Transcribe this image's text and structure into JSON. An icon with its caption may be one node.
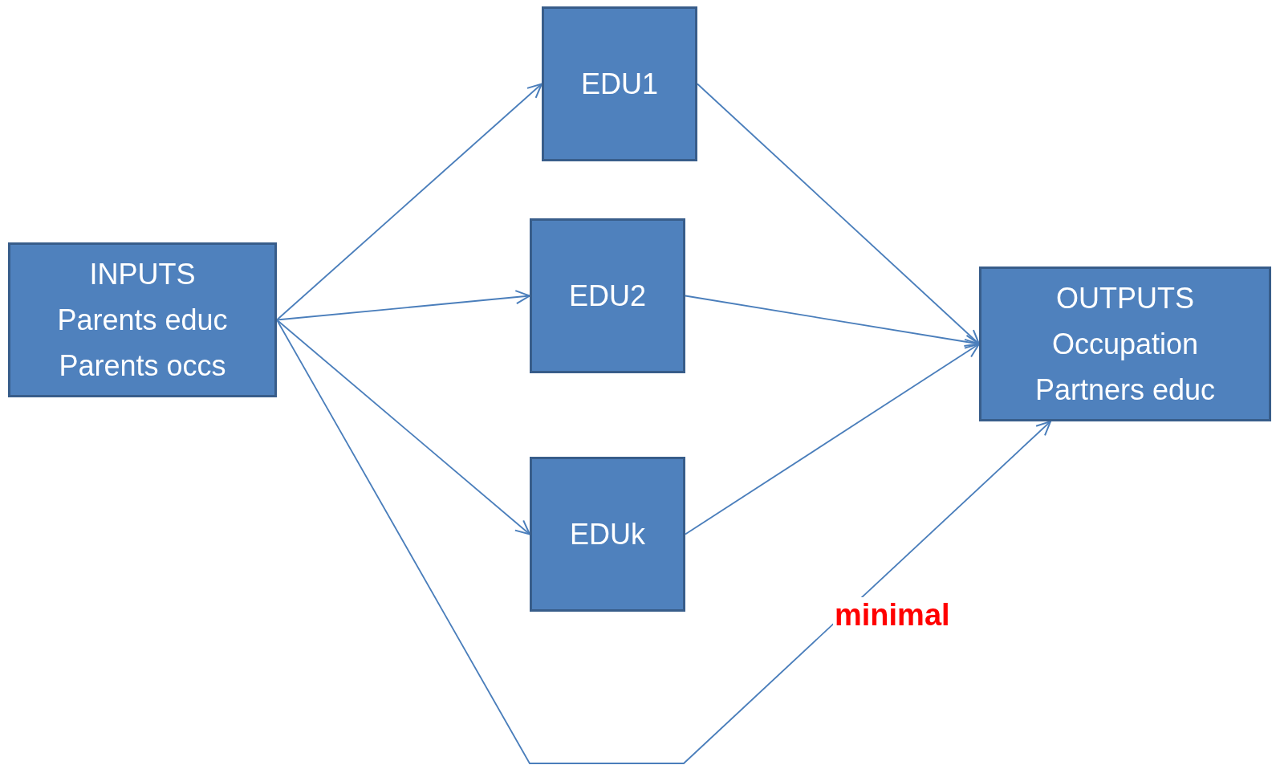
{
  "diagram": {
    "nodes": [
      {
        "text": [
          "INPUTS",
          "Parents educ",
          "Parents occs"
        ]
      },
      {
        "text": [
          "EDU1"
        ]
      },
      {
        "text": [
          "EDU2"
        ]
      },
      {
        "text": [
          "EDUk"
        ]
      },
      {
        "text": [
          "OUTPUTS",
          "Occupation",
          "Partners educ"
        ]
      }
    ],
    "edges": [
      {
        "from": 0,
        "to": 1,
        "arrow": "to"
      },
      {
        "from": 0,
        "to": 2,
        "arrow": "to"
      },
      {
        "from": 0,
        "to": 3,
        "arrow": "to"
      },
      {
        "from": 1,
        "to": 4,
        "arrow": "to"
      },
      {
        "from": 2,
        "to": 4,
        "arrow": "to"
      },
      {
        "from": 3,
        "to": 4,
        "arrow": "to"
      },
      {
        "from": 0,
        "to": 4,
        "arrow": "to",
        "label": "minimal"
      }
    ]
  }
}
